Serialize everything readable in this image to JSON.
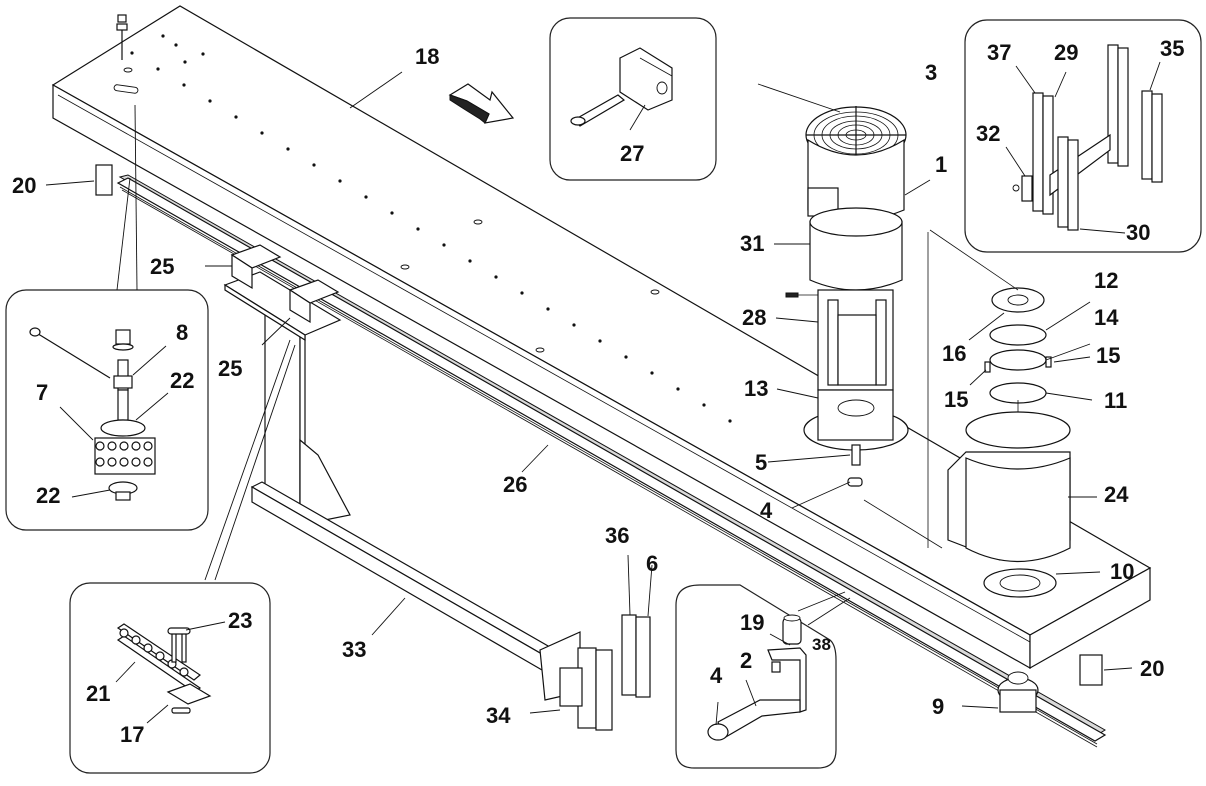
{
  "diagram": {
    "type": "exploded-assembly-parts-diagram",
    "direction_arrow": "feed-direction-arrow",
    "insets": [
      {
        "name": "limit-switch-inset",
        "parts": [
          "27"
        ]
      },
      {
        "name": "frame-profile-inset",
        "parts": [
          "37",
          "29",
          "35",
          "32",
          "30"
        ]
      },
      {
        "name": "sprocket-shaft-inset",
        "parts": [
          "8",
          "22",
          "7",
          "22"
        ]
      },
      {
        "name": "chain-link-inset",
        "parts": [
          "23",
          "21",
          "17"
        ]
      },
      {
        "name": "sensor-bracket-inset",
        "parts": [
          "19",
          "38",
          "2",
          "4"
        ]
      }
    ]
  },
  "callouts": {
    "c18": "18",
    "c3": "3",
    "c1": "1",
    "c31": "31",
    "c28": "28",
    "c13": "13",
    "c5": "5",
    "c4_main": "4",
    "c27": "27",
    "c37": "37",
    "c29": "29",
    "c35": "35",
    "c32": "32",
    "c30": "30",
    "c20_left": "20",
    "c20_right": "20",
    "c25_top": "25",
    "c25_bottom": "25",
    "c8": "8",
    "c22_top": "22",
    "c7": "7",
    "c22_bottom": "22",
    "c26": "26",
    "c12": "12",
    "c14": "14",
    "c16": "16",
    "c15_right": "15",
    "c15_left": "15",
    "c11": "11",
    "c24": "24",
    "c10": "10",
    "c9": "9",
    "c36": "36",
    "c6": "6",
    "c33": "33",
    "c34": "34",
    "c23": "23",
    "c21": "21",
    "c17": "17",
    "c19": "19",
    "c38": "38",
    "c2": "2",
    "c4_inset": "4"
  }
}
